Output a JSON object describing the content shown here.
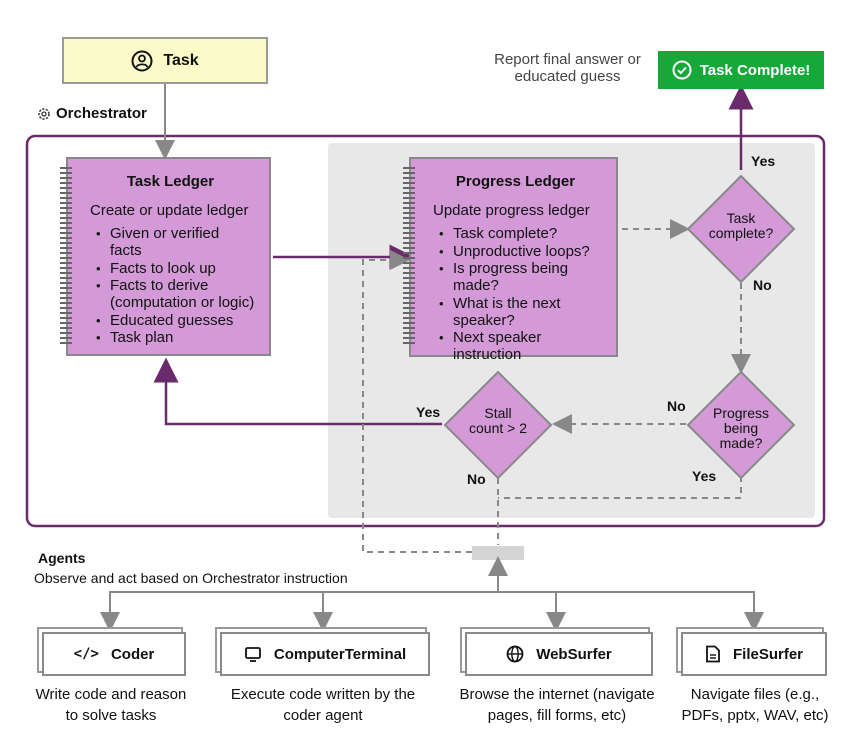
{
  "task": {
    "label": "Task"
  },
  "orchestrator": {
    "label": "Orchestrator"
  },
  "task_ledger": {
    "title": "Task Ledger",
    "subtitle": "Create or update ledger",
    "items": [
      "Given or verified facts",
      "Facts to look up",
      "Facts to derive (computation or logic)",
      "Educated guesses",
      "Task plan"
    ]
  },
  "progress_ledger": {
    "title": "Progress Ledger",
    "subtitle": "Update progress ledger",
    "items": [
      "Task complete?",
      "Unproductive loops?",
      "Is progress being made?",
      "What is the next speaker?",
      "Next speaker instruction"
    ]
  },
  "decisions": {
    "task_complete": "Task complete?",
    "progress": "Progress being made?",
    "stall": "Stall count > 2"
  },
  "edge_labels": {
    "yes_complete": "Yes",
    "no_complete": "No",
    "no_progress": "No",
    "yes_progress": "Yes",
    "yes_stall": "Yes",
    "no_stall": "No"
  },
  "final": {
    "report": "Report final answer or educated guess",
    "button": "Task Complete!"
  },
  "agents": {
    "title": "Agents",
    "subtitle": "Observe and act based on Orchestrator instruction",
    "list": [
      {
        "name": "Coder",
        "icon": "code-icon",
        "desc": "Write code and reason to solve tasks"
      },
      {
        "name": "ComputerTerminal",
        "icon": "monitor-icon",
        "desc": "Execute code written by the coder agent"
      },
      {
        "name": "WebSurfer",
        "icon": "globe-icon",
        "desc": "Browse the internet (navigate pages, fill forms, etc)"
      },
      {
        "name": "FileSurfer",
        "icon": "file-icon",
        "desc": "Navigate files (e.g., PDFs, pptx, WAV, etc)"
      }
    ]
  },
  "colors": {
    "purple": "#6b2a6b",
    "ledger": "#d49ad8",
    "green": "#17a83a",
    "task_bg": "#fafbc8",
    "gray_panel": "#e8e8e8"
  }
}
